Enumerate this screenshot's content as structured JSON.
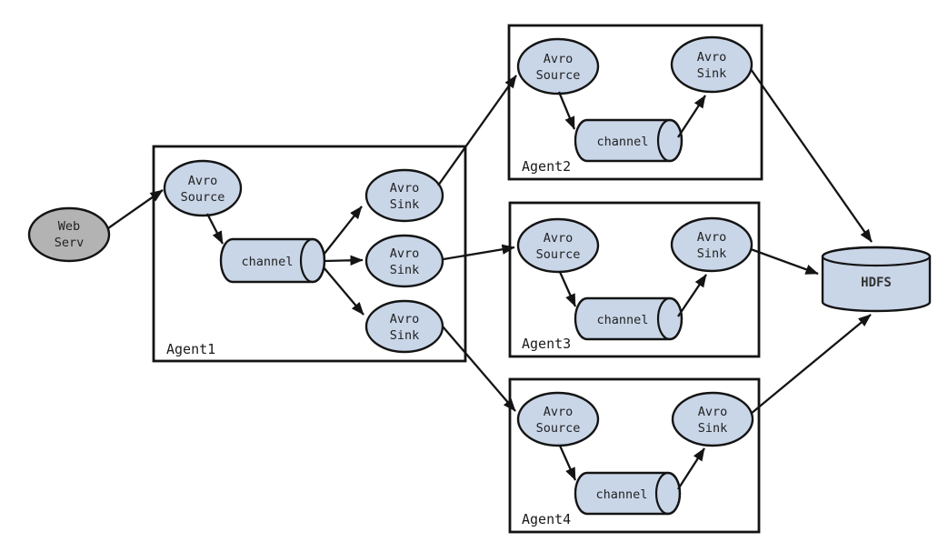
{
  "text": {
    "web_line1": "Web",
    "web_line2": "Serv",
    "avro": "Avro",
    "source": "Source",
    "sink": "Sink",
    "channel": "channel",
    "hdfs": "HDFS",
    "agent1": "Agent1",
    "agent2": "Agent2",
    "agent3": "Agent3",
    "agent4": "Agent4"
  },
  "colors": {
    "background": "#ffffff",
    "node_fill": "#c9d6e8",
    "web_server_fill": "#b3b3b3",
    "box_fill": "#ffffff",
    "stroke": "#141414",
    "label_text": "#222222"
  },
  "diagram": {
    "type": "flow",
    "containers": [
      {
        "id": "agent1",
        "label": "Agent1"
      },
      {
        "id": "agent2",
        "label": "Agent2"
      },
      {
        "id": "agent3",
        "label": "Agent3"
      },
      {
        "id": "agent4",
        "label": "Agent4"
      }
    ],
    "nodes": [
      {
        "id": "web-serv",
        "label": "Web Serv",
        "shape": "ellipse",
        "container": null
      },
      {
        "id": "agent1-avro-source",
        "label": "Avro Source",
        "shape": "ellipse",
        "container": "agent1"
      },
      {
        "id": "agent1-channel",
        "label": "channel",
        "shape": "cylinder",
        "container": "agent1"
      },
      {
        "id": "agent1-avro-sink-1",
        "label": "Avro Sink",
        "shape": "ellipse",
        "container": "agent1"
      },
      {
        "id": "agent1-avro-sink-2",
        "label": "Avro Sink",
        "shape": "ellipse",
        "container": "agent1"
      },
      {
        "id": "agent1-avro-sink-3",
        "label": "Avro Sink",
        "shape": "ellipse",
        "container": "agent1"
      },
      {
        "id": "agent2-avro-source",
        "label": "Avro Source",
        "shape": "ellipse",
        "container": "agent2"
      },
      {
        "id": "agent2-channel",
        "label": "channel",
        "shape": "cylinder",
        "container": "agent2"
      },
      {
        "id": "agent2-avro-sink",
        "label": "Avro Sink",
        "shape": "ellipse",
        "container": "agent2"
      },
      {
        "id": "agent3-avro-source",
        "label": "Avro Source",
        "shape": "ellipse",
        "container": "agent3"
      },
      {
        "id": "agent3-channel",
        "label": "channel",
        "shape": "cylinder",
        "container": "agent3"
      },
      {
        "id": "agent3-avro-sink",
        "label": "Avro Sink",
        "shape": "ellipse",
        "container": "agent3"
      },
      {
        "id": "agent4-avro-source",
        "label": "Avro Source",
        "shape": "ellipse",
        "container": "agent4"
      },
      {
        "id": "agent4-channel",
        "label": "channel",
        "shape": "cylinder",
        "container": "agent4"
      },
      {
        "id": "agent4-avro-sink",
        "label": "Avro Sink",
        "shape": "ellipse",
        "container": "agent4"
      },
      {
        "id": "hdfs",
        "label": "HDFS",
        "shape": "cylinder",
        "container": null
      }
    ],
    "edges": [
      {
        "from": "web-serv",
        "to": "agent1-avro-source"
      },
      {
        "from": "agent1-avro-source",
        "to": "agent1-channel"
      },
      {
        "from": "agent1-channel",
        "to": "agent1-avro-sink-1"
      },
      {
        "from": "agent1-channel",
        "to": "agent1-avro-sink-2"
      },
      {
        "from": "agent1-channel",
        "to": "agent1-avro-sink-3"
      },
      {
        "from": "agent1-avro-sink-1",
        "to": "agent2-avro-source"
      },
      {
        "from": "agent1-avro-sink-2",
        "to": "agent3-avro-source"
      },
      {
        "from": "agent1-avro-sink-3",
        "to": "agent4-avro-source"
      },
      {
        "from": "agent2-avro-source",
        "to": "agent2-channel"
      },
      {
        "from": "agent2-channel",
        "to": "agent2-avro-sink"
      },
      {
        "from": "agent2-avro-sink",
        "to": "hdfs"
      },
      {
        "from": "agent3-avro-source",
        "to": "agent3-channel"
      },
      {
        "from": "agent3-channel",
        "to": "agent3-avro-sink"
      },
      {
        "from": "agent3-avro-sink",
        "to": "hdfs"
      },
      {
        "from": "agent4-avro-source",
        "to": "agent4-channel"
      },
      {
        "from": "agent4-channel",
        "to": "agent4-avro-sink"
      },
      {
        "from": "agent4-avro-sink",
        "to": "hdfs"
      }
    ]
  }
}
